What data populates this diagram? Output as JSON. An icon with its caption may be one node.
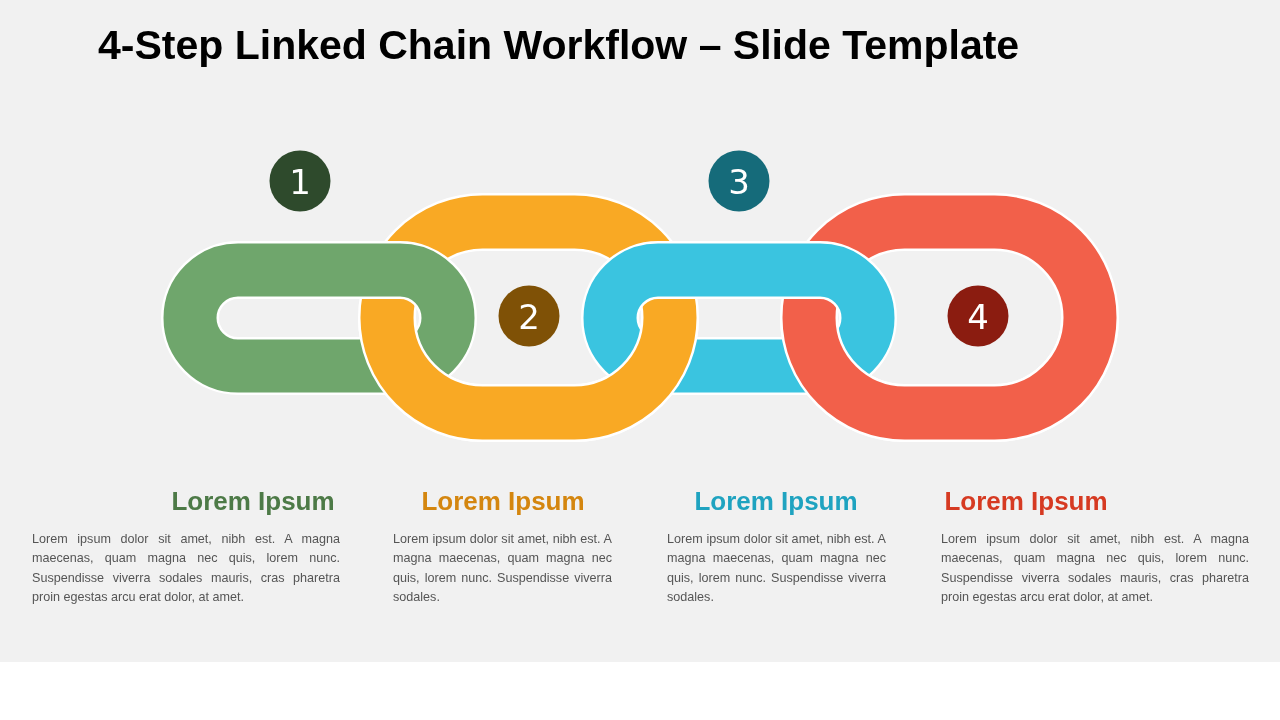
{
  "diagram": {
    "title": "4-Step Linked Chain Workflow – Slide Template",
    "nodes": [
      {
        "text": [
          "1"
        ]
      },
      {
        "text": [
          "2"
        ]
      },
      {
        "text": [
          "3"
        ]
      },
      {
        "text": [
          "4"
        ]
      }
    ],
    "labels": [
      "Lorem Ipsum",
      "Lorem ipsum dolor sit amet, nibh est. A magna maecenas, quam magna nec quis, lorem nunc. Suspendisse viverra sodales mauris, cras pharetra proin egestas arcu erat dolor, at amet.",
      "Lorem Ipsum",
      "Lorem ipsum dolor sit amet, nibh est. A magna maecenas, quam magna nec quis, lorem nunc. Suspendisse viverra sodales.",
      "Lorem Ipsum",
      "Lorem ipsum dolor sit amet, nibh est. A magna maecenas, quam magna nec quis, lorem nunc. Suspendisse viverra sodales.",
      "Lorem Ipsum",
      "Lorem ipsum dolor sit amet, nibh est. A magna maecenas, quam magna nec quis, lorem nunc. Suspendisse viverra sodales mauris, cras pharetra proin egestas arcu erat dolor, at amet."
    ]
  }
}
